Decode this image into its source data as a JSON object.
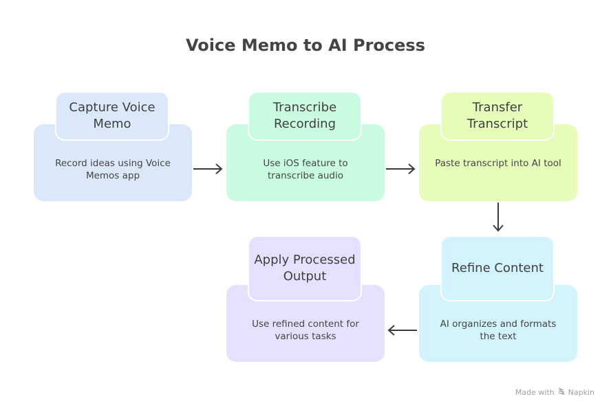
{
  "title": "Voice Memo to AI Process",
  "steps": [
    {
      "title": "Capture Voice Memo",
      "description": "Record ideas using Voice Memos app",
      "color": "#dbe8fc"
    },
    {
      "title": "Transcribe Recording",
      "description": "Use iOS feature to transcribe audio",
      "color": "#c9fbe3"
    },
    {
      "title": "Transfer Transcript",
      "description": "Paste transcript into AI tool",
      "color": "#e7fcb9"
    },
    {
      "title": "Refine Content",
      "description": "AI organizes and formats the text",
      "color": "#d2f2fc"
    },
    {
      "title": "Apply Processed Output",
      "description": "Use refined content for various tasks",
      "color": "#e5e0fd"
    }
  ],
  "connections": [
    {
      "from": 0,
      "to": 1,
      "direction": "right"
    },
    {
      "from": 1,
      "to": 2,
      "direction": "right"
    },
    {
      "from": 2,
      "to": 3,
      "direction": "down"
    },
    {
      "from": 3,
      "to": 4,
      "direction": "left"
    }
  ],
  "credit": {
    "prefix": "Made with",
    "brand": "Napkin",
    "icon": "napkin-logo-icon"
  },
  "colors": {
    "text": "#3f3f3f",
    "arrow": "#3a3a3a"
  }
}
